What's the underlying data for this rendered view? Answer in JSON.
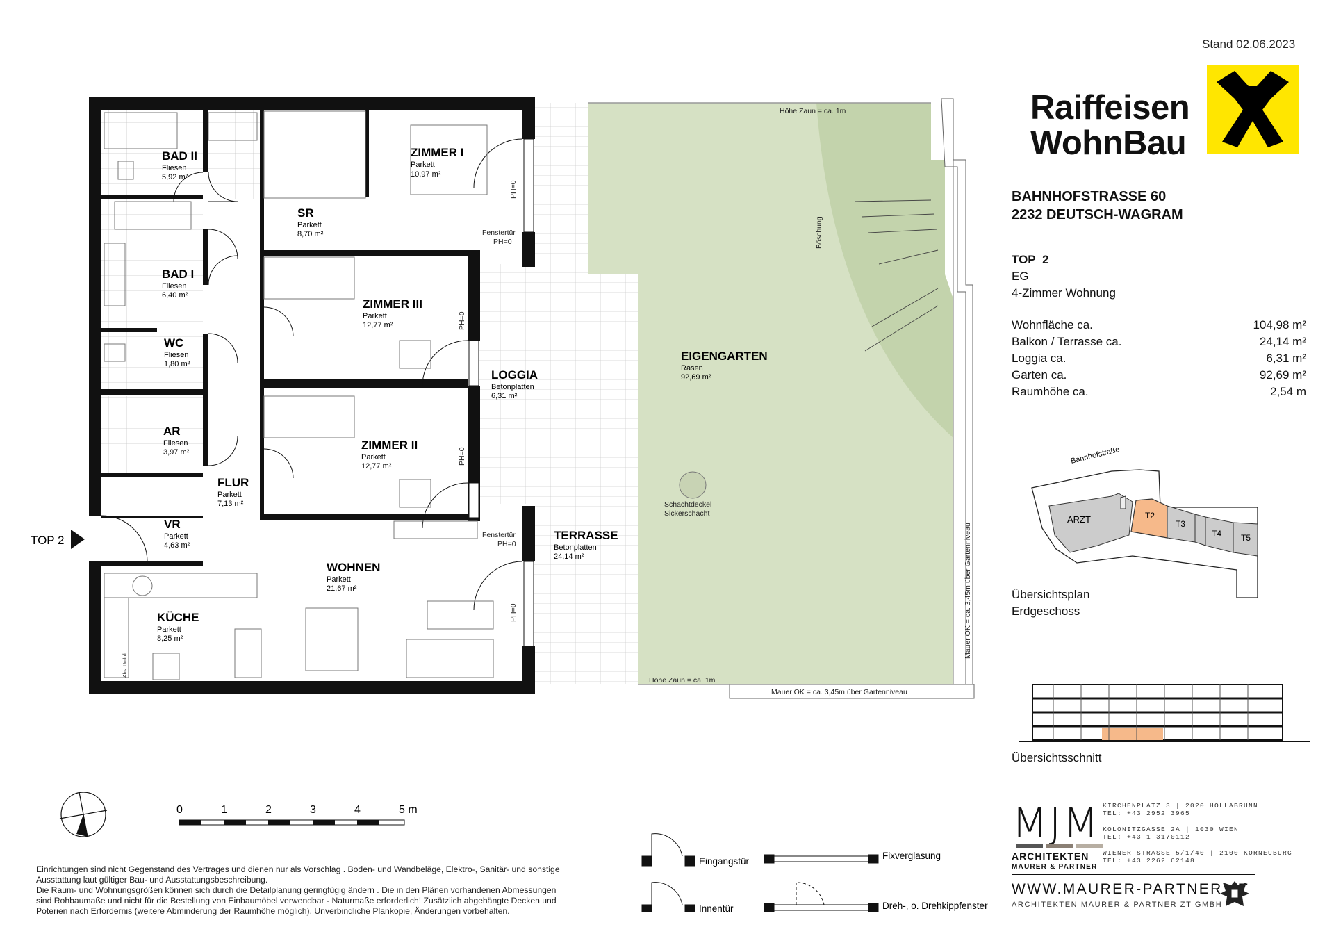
{
  "header": {
    "stand": "Stand 02.06.2023"
  },
  "logo": {
    "line1": "Raiffeisen",
    "line2": "WohnBau"
  },
  "address": {
    "street": "BAHNHOFSTRASSE 60",
    "city": "2232 DEUTSCH-WAGRAM"
  },
  "unit": {
    "top_label": "TOP",
    "top_number": "2",
    "floor": "EG",
    "type": "4-Zimmer Wohnung"
  },
  "areas": [
    {
      "label": "Wohnfläche ca.",
      "value": "104,98 m²"
    },
    {
      "label": "Balkon / Terrasse ca.",
      "value": "24,14 m²"
    },
    {
      "label": "Loggia ca.",
      "value": "6,31 m²"
    },
    {
      "label": "Garten ca.",
      "value": "92,69 m²"
    },
    {
      "label": "Raumhöhe ca.",
      "value": "2,54 m"
    }
  ],
  "rooms": {
    "bad2": {
      "name": "BAD II",
      "floor": "Fliesen",
      "area": "5,92 m²"
    },
    "zimmer1": {
      "name": "ZIMMER I",
      "floor": "Parkett",
      "area": "10,97 m²"
    },
    "sr": {
      "name": "SR",
      "floor": "Parkett",
      "area": "8,70 m²"
    },
    "bad1": {
      "name": "BAD I",
      "floor": "Fliesen",
      "area": "6,40 m²"
    },
    "zimmer3": {
      "name": "ZIMMER III",
      "floor": "Parkett",
      "area": "12,77 m²"
    },
    "wc": {
      "name": "WC",
      "floor": "Fliesen",
      "area": "1,80 m²"
    },
    "loggia": {
      "name": "LOGGIA",
      "floor": "Betonplatten",
      "area": "6,31 m²"
    },
    "ar": {
      "name": "AR",
      "floor": "Fliesen",
      "area": "3,97 m²"
    },
    "zimmer2": {
      "name": "ZIMMER II",
      "floor": "Parkett",
      "area": "12,77 m²"
    },
    "flur": {
      "name": "FLUR",
      "floor": "Parkett",
      "area": "7,13 m²"
    },
    "vr": {
      "name": "VR",
      "floor": "Parkett",
      "area": "4,63 m²"
    },
    "terrasse": {
      "name": "TERRASSE",
      "floor": "Betonplatten",
      "area": "24,14 m²"
    },
    "wohnen": {
      "name": "WOHNEN",
      "floor": "Parkett",
      "area": "21,67 m²"
    },
    "kueche": {
      "name": "KÜCHE",
      "floor": "Parkett",
      "area": "8,25 m²"
    },
    "eigengarten": {
      "name": "EIGENGARTEN",
      "floor": "Rasen",
      "area": "92,69 m²"
    }
  },
  "plan_notes": {
    "top_entry": "TOP 2",
    "fenstertuer": "Fenstertür",
    "ph0": "PH=0",
    "zaun_top": "Höhe Zaun = ca. 1m",
    "zaun_bottom": "Höhe Zaun = ca. 1m",
    "mauer_bottom": "Mauer OK = ca. 3,45m über Gartenniveau",
    "mauer_side": "Mauer OK = ca. 3,45m über Gartenniveau",
    "boeschung": "Böschung",
    "schacht1": "Schachtdeckel",
    "schacht2": "Sickerschacht",
    "kueche_note": "Abs. Umluft"
  },
  "keyplan": {
    "street": "Bahnhofstraße",
    "units": [
      "ARZT",
      "T2",
      "T3",
      "T4",
      "T5"
    ],
    "caption1": "Übersichtsplan",
    "caption2": "Erdgeschoss",
    "highlight_color": "#f6b98a"
  },
  "section": {
    "caption": "Übersichtsschnitt"
  },
  "scale": {
    "ticks": [
      "0",
      "1",
      "2",
      "3",
      "4",
      "5 m"
    ]
  },
  "legend": {
    "eingangstuer": "Eingangstür",
    "innentuer": "Innentür",
    "fixverglasung": "Fixverglasung",
    "drehfenster": "Dreh-, o. Drehkippfenster"
  },
  "disclaimer": [
    "Einrichtungen sind nicht Gegenstand des Vertrages und dienen nur als Vorschlag . Boden- und Wandbeläge, Elektro-, Sanitär- und sonstige",
    "Ausstattung laut gültiger Bau- und Ausstattungsbeschreibung.",
    "Die Raum- und Wohnungsgrößen können sich durch die Detailplanung geringfügig ändern . Die in den Plänen vorhandenen Abmessungen",
    "sind Rohbaumaße und nicht für die Bestellung von Einbaumöbel verwendbar - Naturmaße erforderlich! Zusätzlich abgehängte Decken und",
    "Poterien nach Erfordernis (weitere Abminderung der Raumhöhe möglich). Unverbindliche Plankopie, Änderungen vorbehalten."
  ],
  "architect": {
    "logo": "MJM",
    "name1": "ARCHITEKTEN",
    "name2": "MAURER & PARTNER",
    "addr1": "KIRCHENPLATZ 3 | 2020  HOLLABRUNN",
    "tel1": "TEL: +43 2952 3965",
    "addr2": "KOLONITZGASSE 2A | 1030        WIEN",
    "tel2": "TEL: +43 1 3170112",
    "addr3": "WIENER STRASSE 5/1/40 | 2100  KORNEUBURG",
    "tel3": "TEL: +43 2262 62148",
    "url": "WWW.MAURER-PARTNER.AT",
    "company": "ARCHITEKTEN MAURER & PARTNER ZT GMBH"
  },
  "colors": {
    "garden": "#d6e1c4",
    "garden_dark": "#c3d3ac",
    "wall": "#111111",
    "highlight": "#f6b98a",
    "yellow": "#ffe600"
  }
}
